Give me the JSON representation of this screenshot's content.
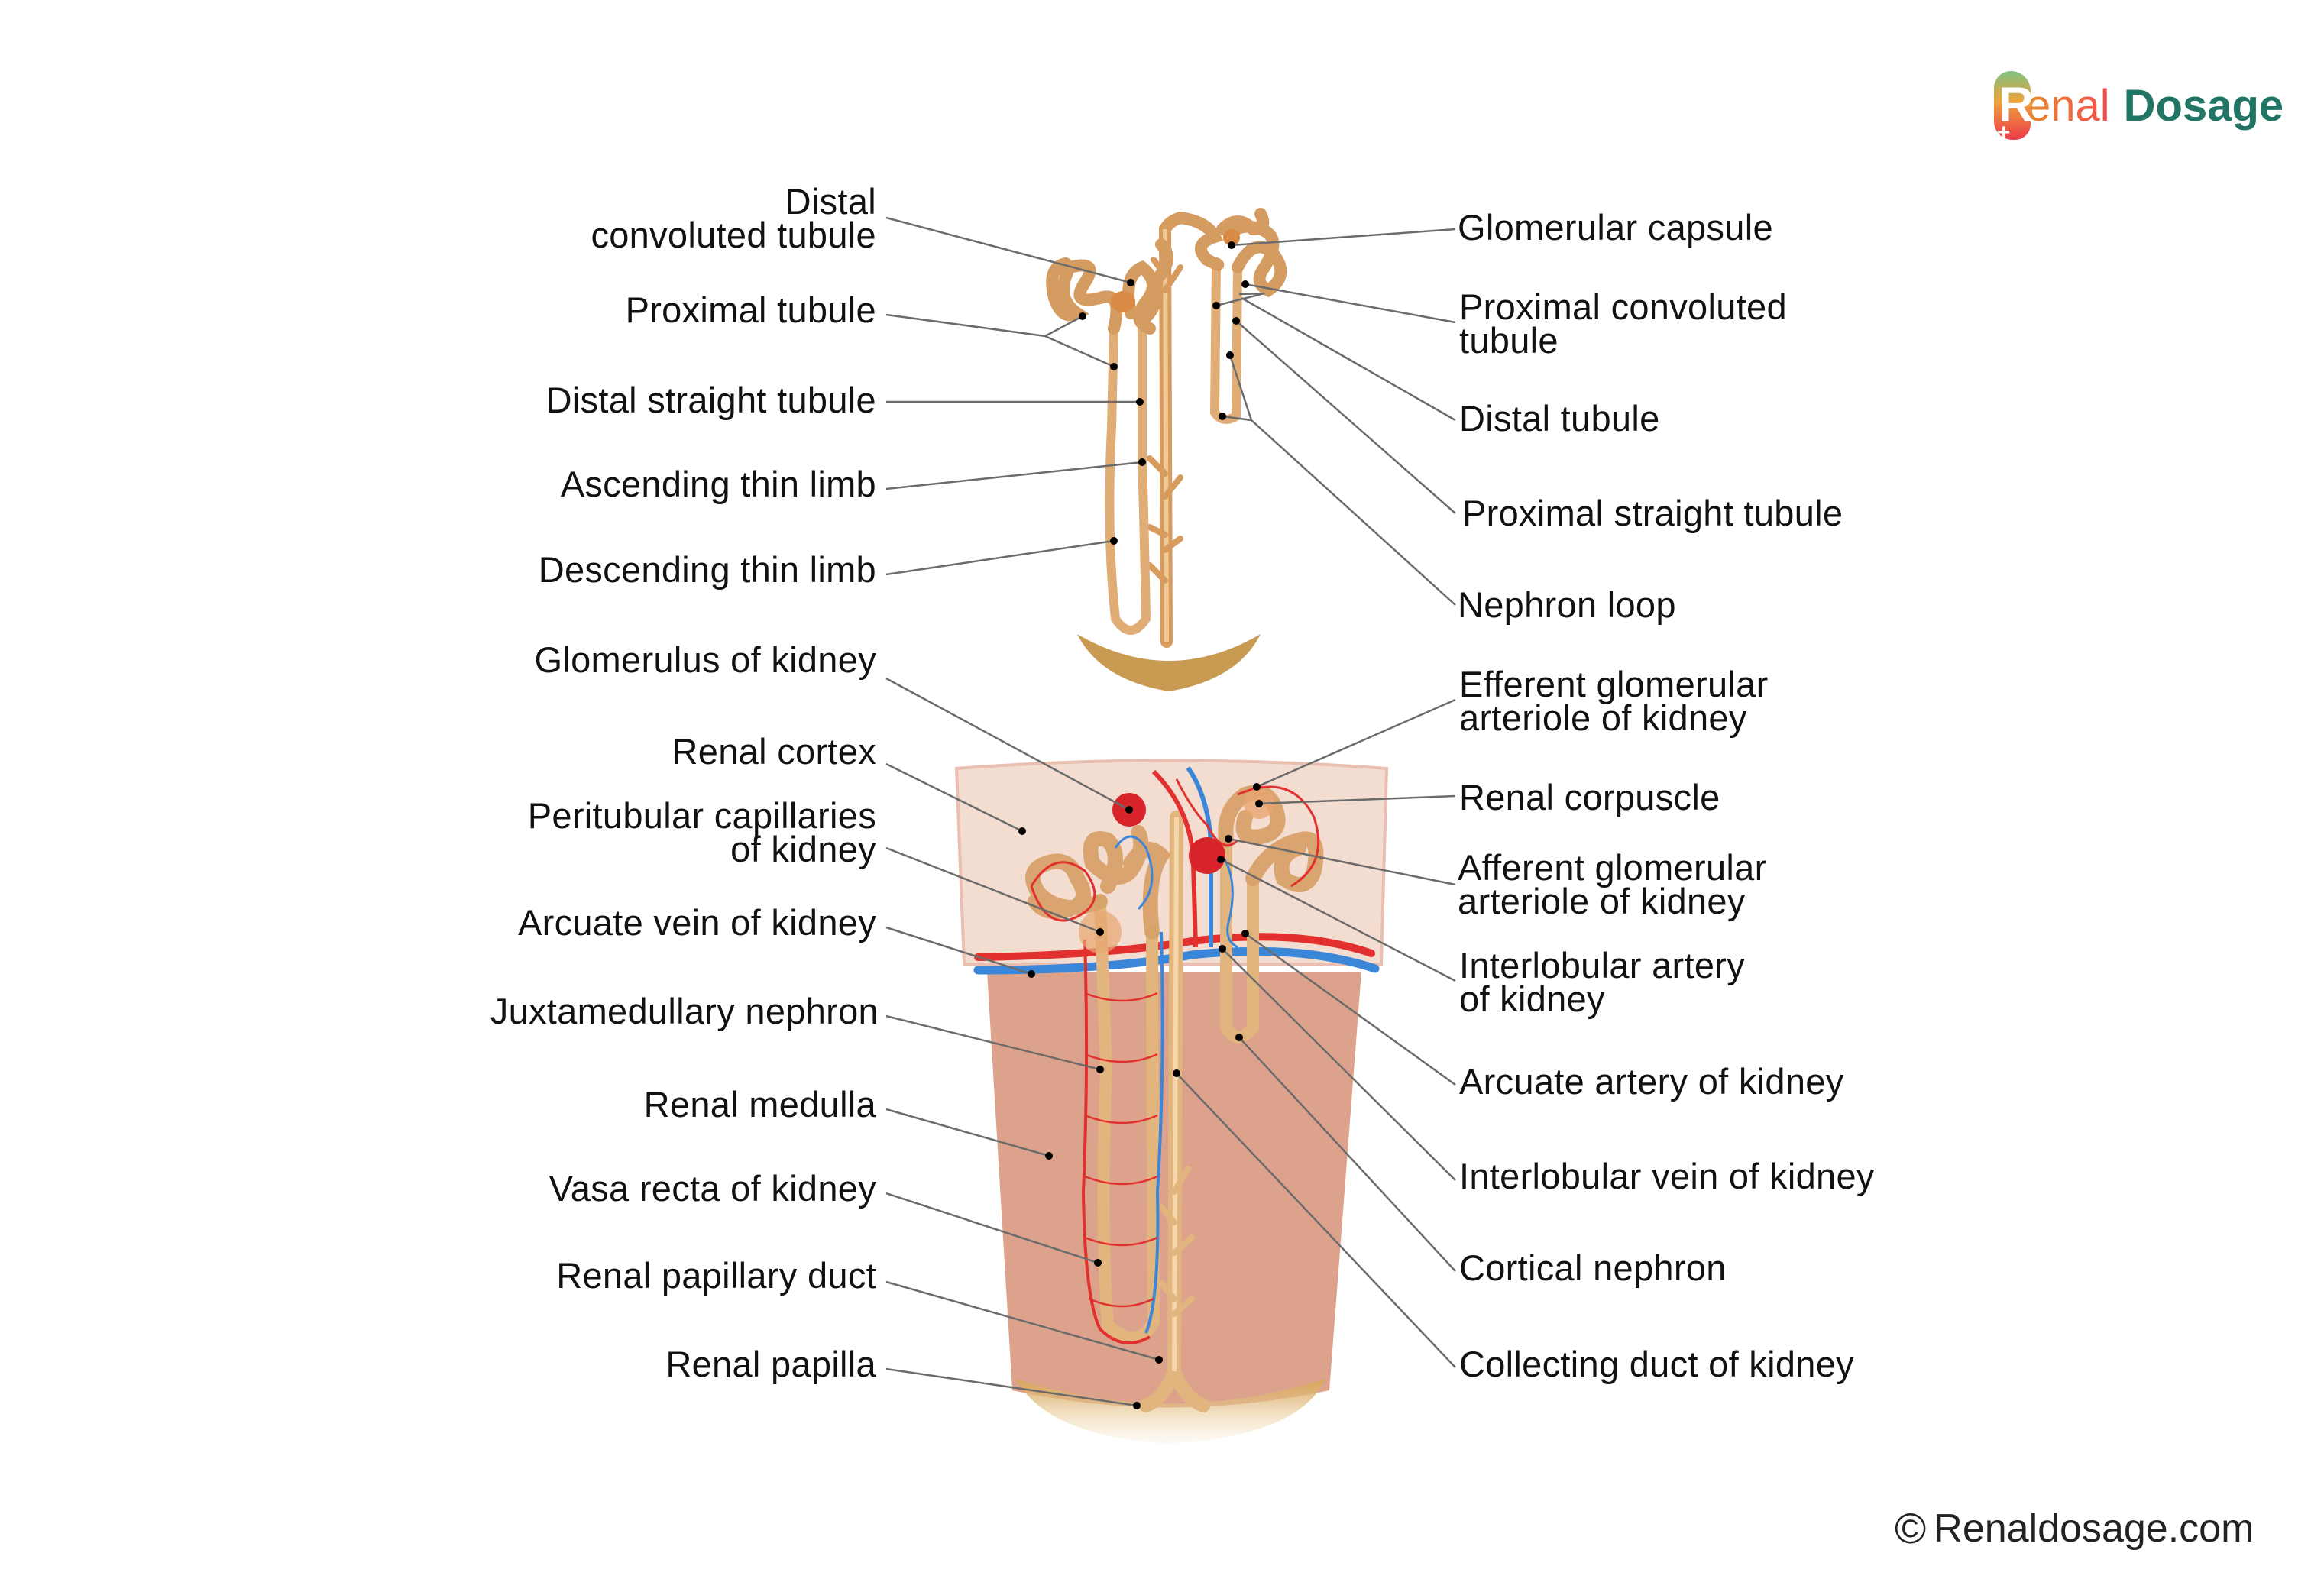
{
  "brand": {
    "logo_letter": "R",
    "logo_renal": "enal",
    "logo_dosage": "Dosage",
    "copyright_symbol": "©",
    "copyright_text": "Renaldosage.com",
    "colors": {
      "dosage_green": "#217565",
      "renal_orange": "#e88a2b",
      "renal_red": "#ef4b4b",
      "badge_green": "#7fc27f"
    }
  },
  "diagram": {
    "title": "Nephron and kidney anatomy",
    "colors": {
      "tubule": "#e3b07a",
      "tubule_dark": "#c98a4e",
      "cortex": "#f3dcd0",
      "cortex_edge": "#e9bfb2",
      "medulla": "#dca28c",
      "papilla": "#c99a52",
      "artery": "#e2302e",
      "vein": "#3a86d8",
      "leader_line": "#6b6b6b",
      "marker_dot": "#000000"
    },
    "left_labels": [
      {
        "id": "distal-convoluted-tubule",
        "text": "Distal\nconvoluted tubule"
      },
      {
        "id": "proximal-tubule",
        "text": "Proximal tubule"
      },
      {
        "id": "distal-straight-tubule",
        "text": "Distal straight tubule"
      },
      {
        "id": "ascending-thin-limb",
        "text": "Ascending thin limb"
      },
      {
        "id": "descending-thin-limb",
        "text": "Descending thin limb"
      },
      {
        "id": "glomerulus-of-kidney",
        "text": "Glomerulus of kidney"
      },
      {
        "id": "renal-cortex",
        "text": "Renal cortex"
      },
      {
        "id": "peritubular-capillaries",
        "text": "Peritubular capillaries\nof kidney"
      },
      {
        "id": "arcuate-vein",
        "text": "Arcuate vein of kidney"
      },
      {
        "id": "juxtamedullary-nephron",
        "text": "Juxtamedullary nephron"
      },
      {
        "id": "renal-medulla",
        "text": "Renal medulla"
      },
      {
        "id": "vasa-recta",
        "text": "Vasa recta of kidney"
      },
      {
        "id": "renal-papillary-duct",
        "text": "Renal papillary duct"
      },
      {
        "id": "renal-papilla",
        "text": "Renal papilla"
      }
    ],
    "right_labels": [
      {
        "id": "glomerular-capsule",
        "text": "Glomerular capsule"
      },
      {
        "id": "proximal-convoluted-tubule",
        "text": "Proximal convoluted\ntubule"
      },
      {
        "id": "distal-tubule",
        "text": "Distal tubule"
      },
      {
        "id": "proximal-straight-tubule",
        "text": "Proximal straight tubule"
      },
      {
        "id": "nephron-loop",
        "text": "Nephron loop"
      },
      {
        "id": "efferent-glomerular-arteriole",
        "text": "Efferent glomerular\narteriole of kidney"
      },
      {
        "id": "renal-corpuscle",
        "text": "Renal corpuscle"
      },
      {
        "id": "afferent-glomerular-arteriole",
        "text": "Afferent glomerular\narteriole of kidney"
      },
      {
        "id": "interlobular-artery",
        "text": "Interlobular artery\nof kidney"
      },
      {
        "id": "arcuate-artery",
        "text": "Arcuate artery of kidney"
      },
      {
        "id": "interlobular-vein",
        "text": "Interlobular vein of kidney"
      },
      {
        "id": "cortical-nephron",
        "text": "Cortical nephron"
      },
      {
        "id": "collecting-duct",
        "text": "Collecting duct of kidney"
      }
    ]
  }
}
